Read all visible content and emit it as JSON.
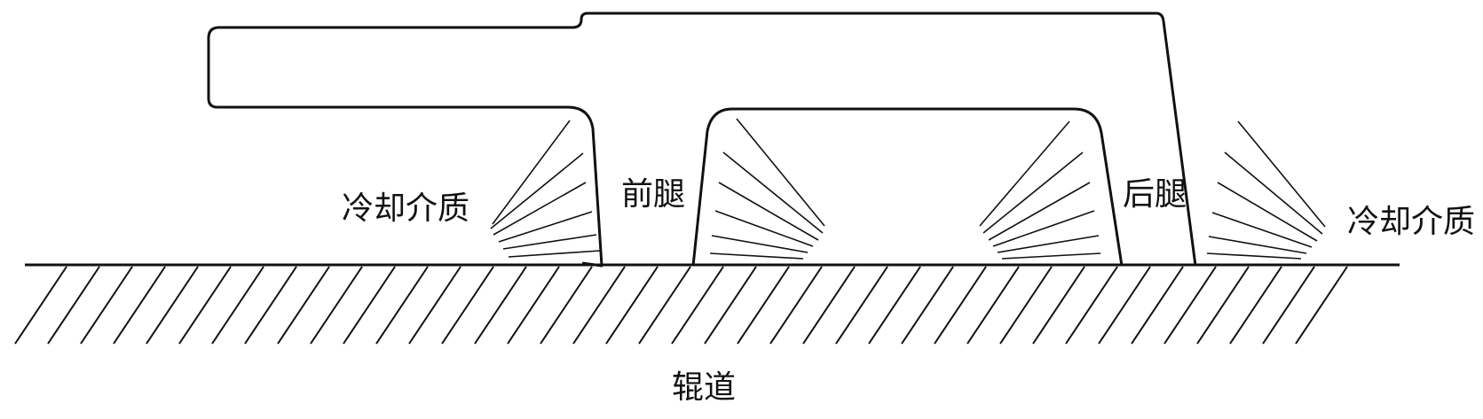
{
  "labels": {
    "cooling_left": "冷却介质",
    "front_leg": "前腿",
    "rear_leg": "后腿",
    "cooling_right": "冷却介质",
    "roller_table": "辊道"
  },
  "colors": {
    "stroke": "#111111",
    "background": "#ffffff"
  }
}
